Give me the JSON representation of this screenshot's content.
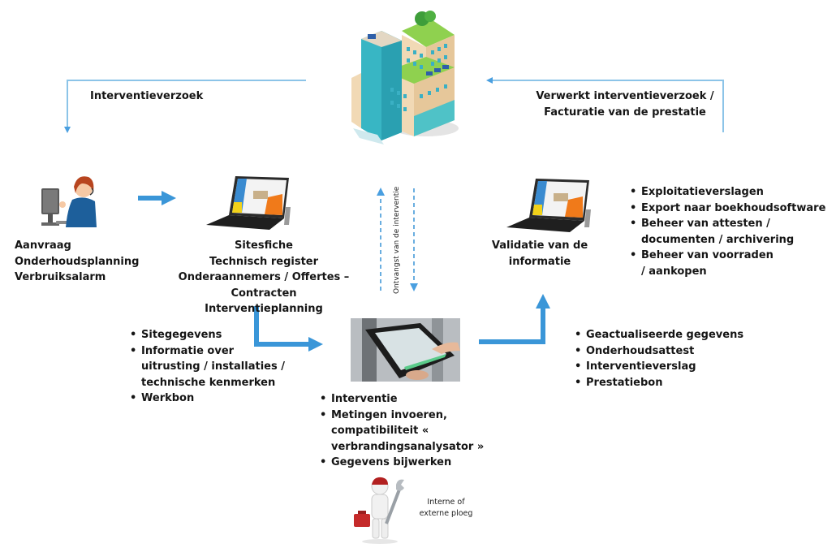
{
  "colors": {
    "arrow_main": "#3a96d8",
    "arrow_thin": "#8cc4e8",
    "text": "#151515"
  },
  "top": {
    "left_flow_label": "Interventieverzoek",
    "right_flow_label_line1": "Verwerkt interventieverzoek /",
    "right_flow_label_line2": "Facturatie van de prestatie",
    "building_icon": "green-office-building"
  },
  "nodes": {
    "request": {
      "icon": "call-center-operator",
      "lines": [
        "Aanvraag",
        "Onderhoudsplanning",
        "Verbruiksalarm"
      ]
    },
    "planning": {
      "icon": "laptop-tablet",
      "lines": [
        "Sitesfiche",
        "Technisch register",
        "Onderaannemers / Offertes – Contracten",
        "Interventieplanning"
      ]
    },
    "validation": {
      "icon": "laptop-tablet",
      "lines": [
        "Validatie van de",
        "informatie"
      ]
    },
    "intervention": {
      "icon": "rugged-tablet-photo"
    },
    "team": {
      "icon": "technician-with-wrench-and-toolbox",
      "lines": [
        "Interne of",
        "externe ploeg"
      ]
    }
  },
  "vertical_label": "Ontvangst van de interventie",
  "lists": {
    "validation_outputs": [
      "Exploitatieverslagen",
      "Export naar boekhoudsoftware",
      "Beheer van attesten / documenten / archivering",
      "Beheer van voorraden / aankopen"
    ],
    "site_data": [
      "Sitegegevens",
      "Informatie over uitrusting / installaties / technische kenmerken",
      "Werkbon"
    ],
    "intervention_tasks": [
      "Interventie",
      "Metingen invoeren, compatibiliteit « verbrandingsanalysator »",
      "Gegevens bijwerken"
    ],
    "intervention_outputs": [
      "Geactualiseerde gegevens",
      "Onderhoudsattest",
      "Interventieverslag",
      "Prestatiebon"
    ]
  }
}
